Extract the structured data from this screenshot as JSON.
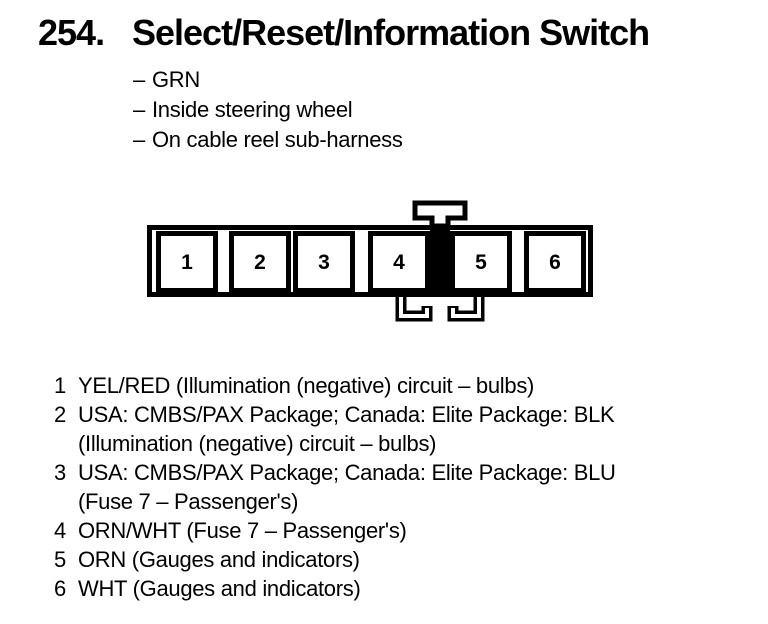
{
  "title": {
    "number": "254.",
    "text": "Select/Reset/Information Switch"
  },
  "attributes": [
    {
      "bullet": "–",
      "text": "GRN"
    },
    {
      "bullet": "–",
      "text": "Inside steering wheel"
    },
    {
      "bullet": "–",
      "text": "On cable reel sub-harness"
    }
  ],
  "connector": {
    "cells": [
      "1",
      "2",
      "3",
      "4",
      "5",
      "6"
    ],
    "keyway_position": "between cavities 4 and 5",
    "ink_color": "#000000",
    "paper_color": "#ffffff"
  },
  "pins": [
    {
      "num": "1",
      "line1": "YEL/RED (Illumination (negative) circuit – bulbs)"
    },
    {
      "num": "2",
      "line1": "USA: CMBS/PAX Package; Canada: Elite Package: BLK",
      "line2": "(Illumination (negative) circuit – bulbs)"
    },
    {
      "num": "3",
      "line1": "USA: CMBS/PAX Package; Canada: Elite Package: BLU",
      "line2": "(Fuse 7 – Passenger's)"
    },
    {
      "num": "4",
      "line1": "ORN/WHT (Fuse 7 – Passenger's)"
    },
    {
      "num": "5",
      "line1": "ORN (Gauges and indicators)"
    },
    {
      "num": "6",
      "line1": "WHT (Gauges and indicators)"
    }
  ]
}
